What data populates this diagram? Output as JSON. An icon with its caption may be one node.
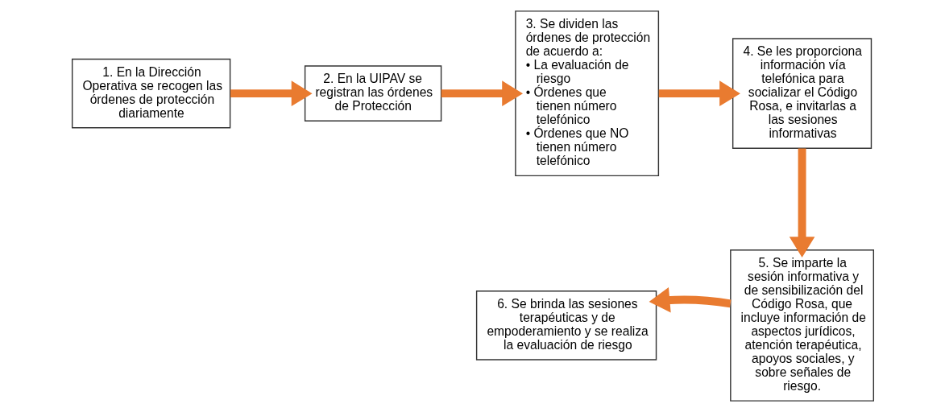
{
  "diagram": {
    "nodes": [
      {
        "text": [
          "1. En la Dirección Operativa se recogen las órdenes de protección diariamente"
        ]
      },
      {
        "text": [
          "2. En la UIPAV se registran las órdenes de Protección"
        ]
      },
      {
        "text": [
          "3. Se dividen las órdenes de protección de acuerdo a:",
          "• La evaluación de riesgo",
          "• Órdenes que tienen número telefónico",
          "• Órdenes que NO tienen número telefónico"
        ]
      },
      {
        "text": [
          "4. Se les proporciona información vía telefónica para socializar el Código Rosa, e invitarlas a las sesiones informativas"
        ]
      },
      {
        "text": [
          "5. Se imparte la sesión informativa y de sensibilización del Código Rosa, que incluye información de aspectos jurídicos, atención terapéutica, apoyos sociales, y sobre señales de riesgo."
        ]
      },
      {
        "text": [
          "6. Se brinda las sesiones terapéuticas y de empoderamiento y se realiza la evaluación de riesgo"
        ]
      }
    ],
    "edges": [
      {
        "from": 0,
        "to": 1,
        "arrow": "to"
      },
      {
        "from": 1,
        "to": 2,
        "arrow": "to"
      },
      {
        "from": 2,
        "to": 3,
        "arrow": "to"
      },
      {
        "from": 3,
        "to": 4,
        "arrow": "to"
      },
      {
        "from": 4,
        "to": 5,
        "arrow": "to"
      }
    ]
  }
}
